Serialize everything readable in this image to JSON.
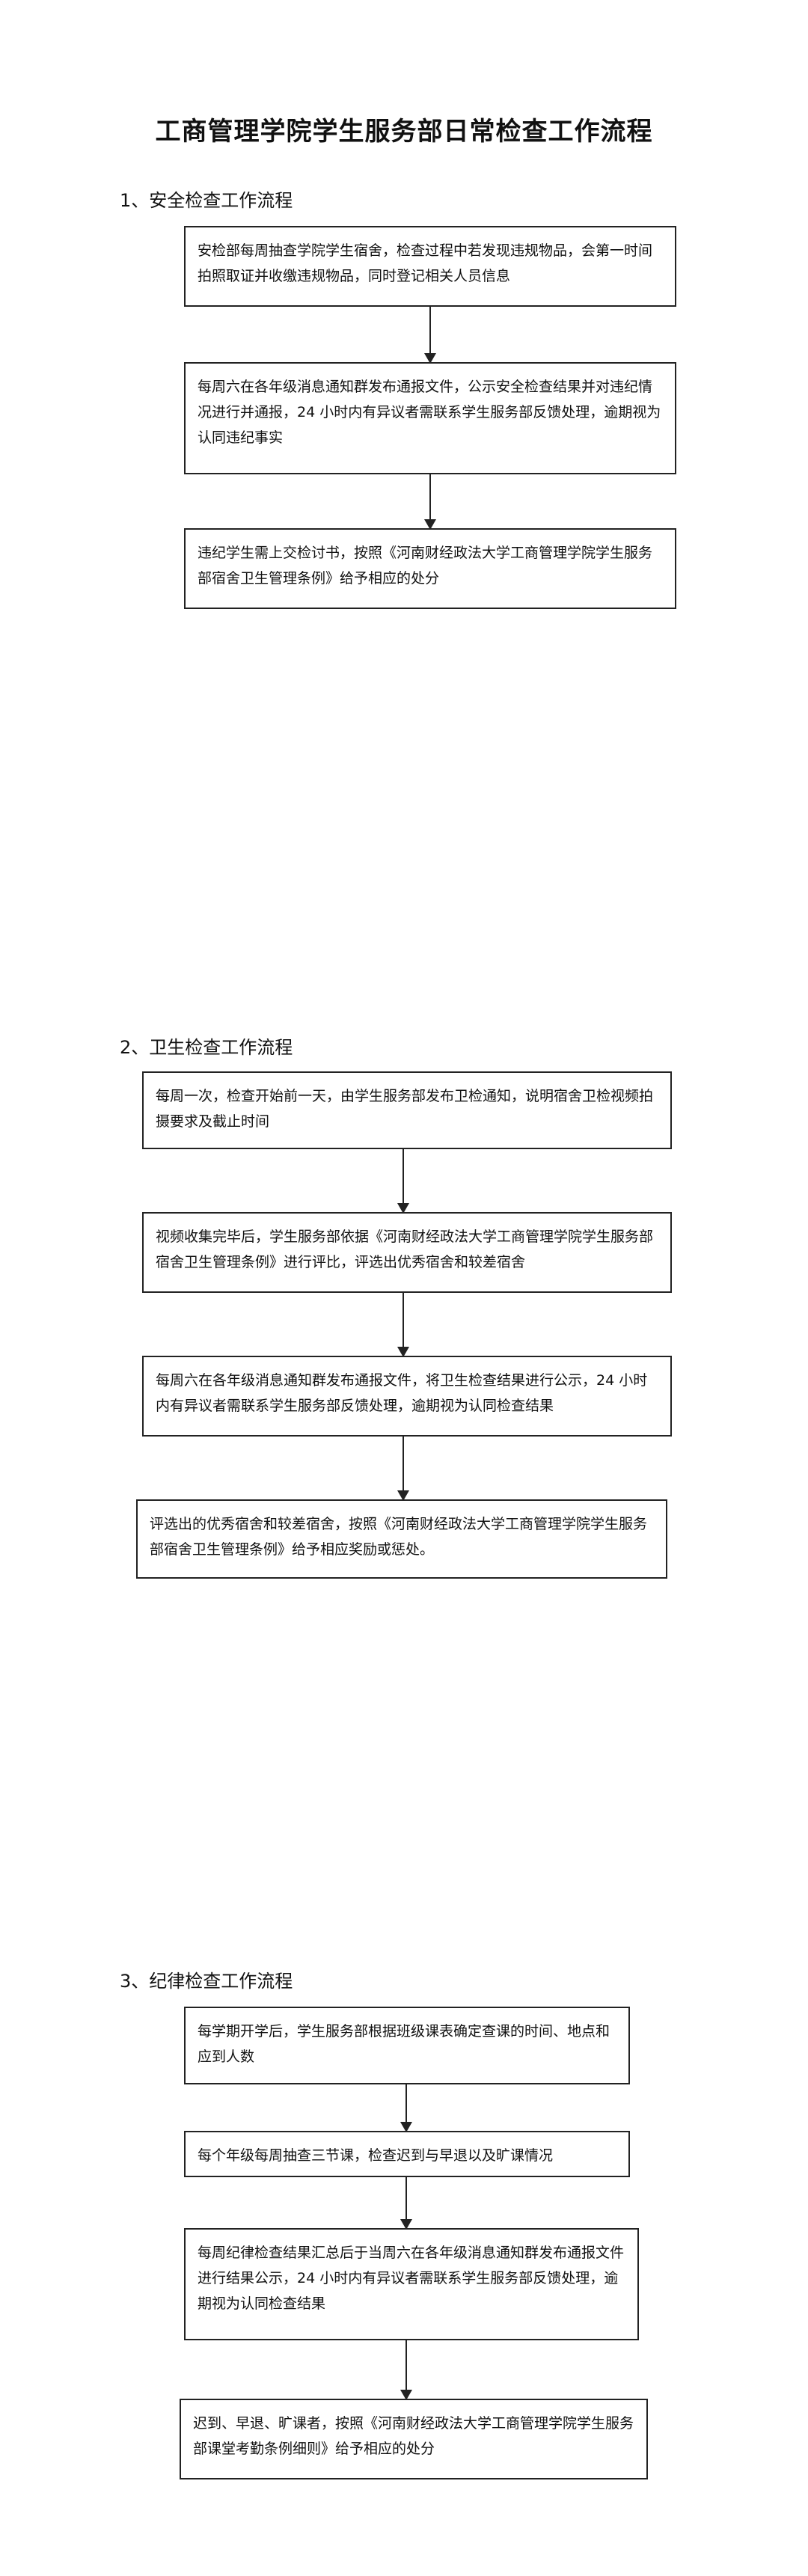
{
  "title": "工商管理学院学生服务部日常检查工作流程",
  "sections": [
    {
      "heading": "1、安全检查工作流程",
      "steps": [
        "安检部每周抽查学院学生宿舍，检查过程中若发现违规物品，会第一时间拍照取证并收缴违规物品，同时登记相关人员信息",
        "每周六在各年级消息通知群发布通报文件，公示安全检查结果并对违纪情况进行并通报，24 小时内有异议者需联系学生服务部反馈处理，逾期视为认同违纪事实",
        "违纪学生需上交检讨书，按照《河南财经政法大学工商管理学院学生服务部宿舍卫生管理条例》给予相应的处分"
      ]
    },
    {
      "heading": "2、卫生检查工作流程",
      "steps": [
        "每周一次，检查开始前一天，由学生服务部发布卫检通知，说明宿舍卫检视频拍摄要求及截止时间",
        "视频收集完毕后，学生服务部依据《河南财经政法大学工商管理学院学生服务部宿舍卫生管理条例》进行评比，评选出优秀宿舍和较差宿舍",
        "每周六在各年级消息通知群发布通报文件，将卫生检查结果进行公示，24 小时内有异议者需联系学生服务部反馈处理，逾期视为认同检查结果",
        "评选出的优秀宿舍和较差宿舍，按照《河南财经政法大学工商管理学院学生服务部宿舍卫生管理条例》给予相应奖励或惩处。"
      ]
    },
    {
      "heading": "3、纪律检查工作流程",
      "steps": [
        "每学期开学后，学生服务部根据班级课表确定查课的时间、地点和应到人数",
        "每个年级每周抽查三节课，检查迟到与早退以及旷课情况",
        "每周纪律检查结果汇总后于当周六在各年级消息通知群发布通报文件进行结果公示，24 小时内有异议者需联系学生服务部反馈处理，逾期视为认同检查结果",
        "迟到、早退、旷课者，按照《河南财经政法大学工商管理学院学生服务部课堂考勤条例细则》给予相应的处分"
      ]
    }
  ]
}
